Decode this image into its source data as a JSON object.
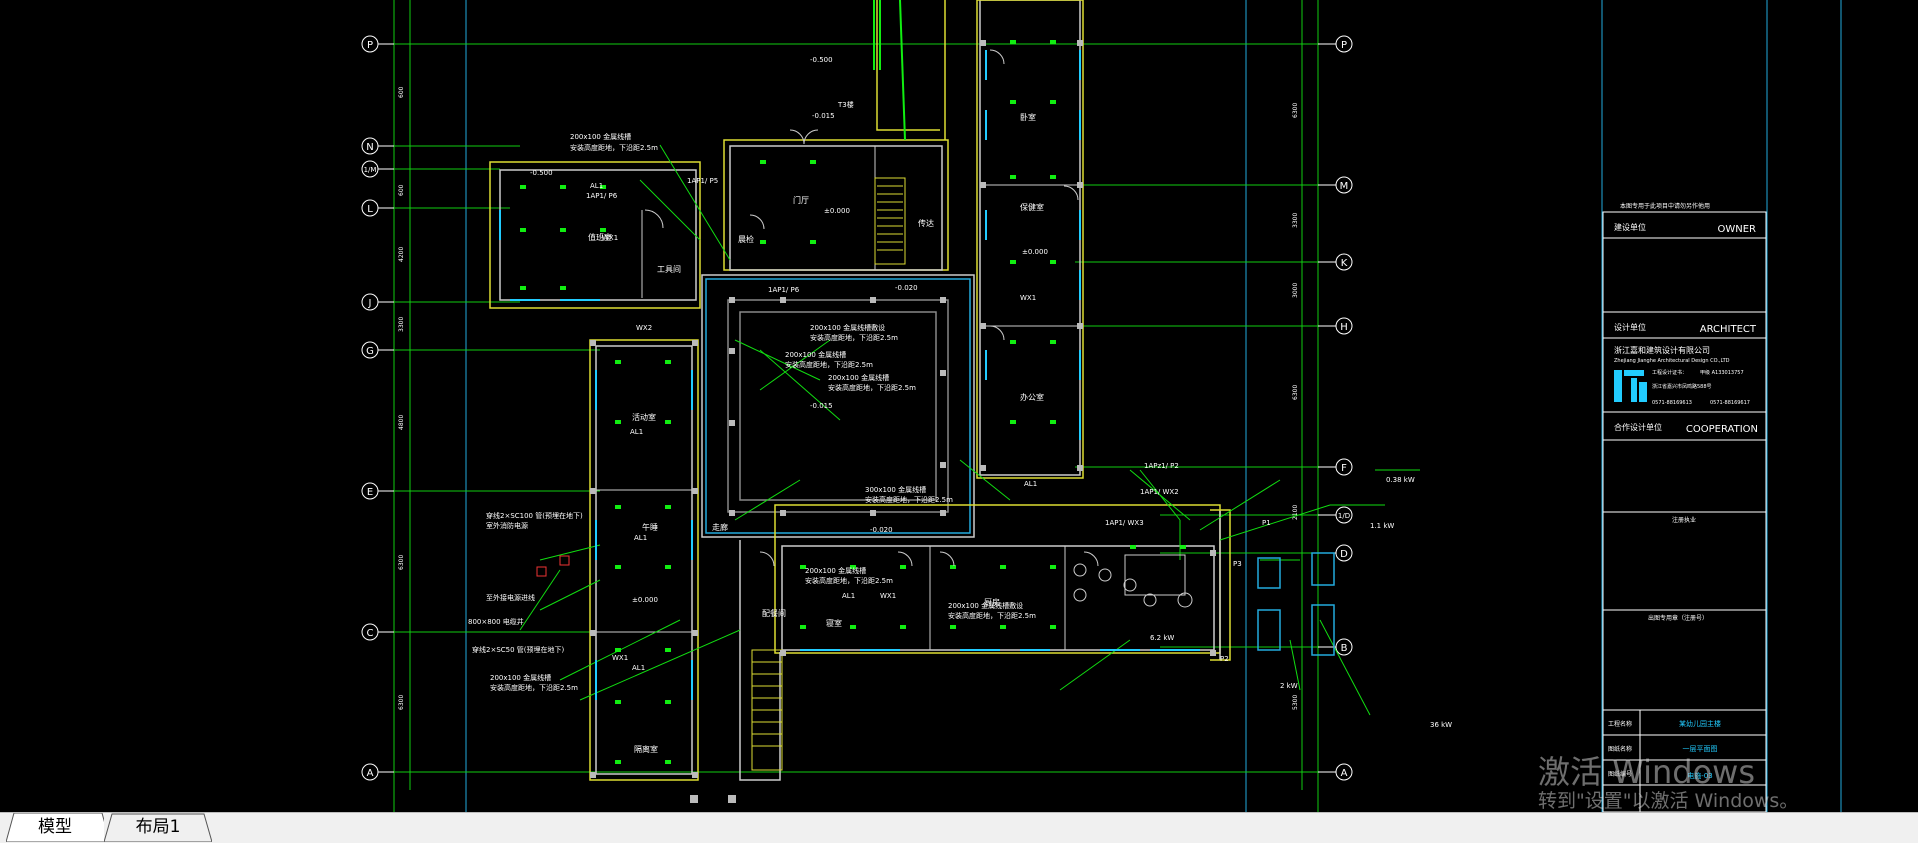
{
  "tabs": [
    {
      "label": "模型",
      "active": true
    },
    {
      "label": "布局1",
      "active": false
    }
  ],
  "watermark": {
    "line1": "激活 Windows",
    "line2": "转到\"设置\"以激活 Windows。"
  },
  "grid_axes": {
    "left": [
      "P",
      "N",
      "1/M",
      "L",
      "J",
      "G",
      "E",
      "C",
      "A"
    ],
    "right": [
      "P",
      "M",
      "K",
      "H",
      "F",
      "1/D",
      "D",
      "B",
      "A"
    ]
  },
  "title_block": {
    "project_note": "本图专用于此项目中请勿另作他用",
    "owner_cn": "建设单位",
    "owner_en": "OWNER",
    "architect_cn": "设计单位",
    "architect_en": "ARCHITECT",
    "company_cn": "浙江嘉和建筑设计有限公司",
    "company_en": "Zhejiang Jianghe Architectural Design CO.,LTD",
    "cert_label": "工程设计证书：",
    "cert_no": "甲级 A133013757",
    "address": "浙江省嘉兴市凤鸣路588号",
    "phone": "0571-88169613",
    "fax": "0571-88169617",
    "cooperation_cn": "合作设计单位",
    "cooperation_en": "COOPERATION",
    "registered": "注册执业",
    "stamp": "出图专用章（注册号）",
    "row_project": "工程名称",
    "row_project_val": "某幼儿园主楼",
    "row_drawing": "图纸名称",
    "row_drawing_val": "一层平面图",
    "row_number": "图纸编号",
    "row_number_val": "电施-03"
  },
  "rooms": [
    {
      "name": "值班室"
    },
    {
      "name": "门厅"
    },
    {
      "name": "晨检"
    },
    {
      "name": "传达"
    },
    {
      "name": "工具间"
    },
    {
      "name": "保健室"
    },
    {
      "name": "办公室"
    },
    {
      "name": "活动室"
    },
    {
      "name": "午睡"
    },
    {
      "name": "卧室"
    },
    {
      "name": "隔离室"
    },
    {
      "name": "配餐间"
    },
    {
      "name": "厨房"
    },
    {
      "name": "走廊"
    },
    {
      "name": "寝室"
    }
  ],
  "notes": {
    "cable_1": "200x100 金属线槽",
    "cable_2": "200x100 金属线槽敷设",
    "cable_3": "200x100 金属线槽",
    "cable_4": "300x100 金属线槽",
    "cable_5": "200x100 金属线槽",
    "cable_6": "200x100 金属线槽敷设",
    "cable_7": "200x100 金属线槽",
    "mount_note": "安装高度距地，下沿距2.5m",
    "power_1": "0.38 kW",
    "power_2": "1.1 kW",
    "power_3": "2 kW",
    "power_4": "36 kW",
    "power_5": "6.2 kW",
    "panel_al1": "AL1",
    "panel_1ap": "1AP1/ P6",
    "panel_wx1": "WX1",
    "panel_wx2": "WX2",
    "panel_1ap1p2": "1APz1/ P2",
    "panel_1ap1wx2": "1AP1/ WX2",
    "panel_1ap1wx3": "1AP1/ WX3",
    "panel_1ap1p5": "1AP1/ P5",
    "panel_p1": "P1",
    "panel_p2": "P2",
    "panel_p3": "P3",
    "elev_1": "-0.500",
    "elev_2": "-0.020",
    "elev_3": "±0.000",
    "elev_4": "-0.015",
    "cable_note_1": "穿线2×SC100 管(预埋在地下)",
    "cable_note_2": "室外消防电源",
    "cable_note_3": "800×800 电缆井",
    "cable_note_4": "穿线2×SC50 管(预埋在地下)",
    "cable_note_5": "至外接电源进线",
    "stair_label": "T3楼"
  }
}
